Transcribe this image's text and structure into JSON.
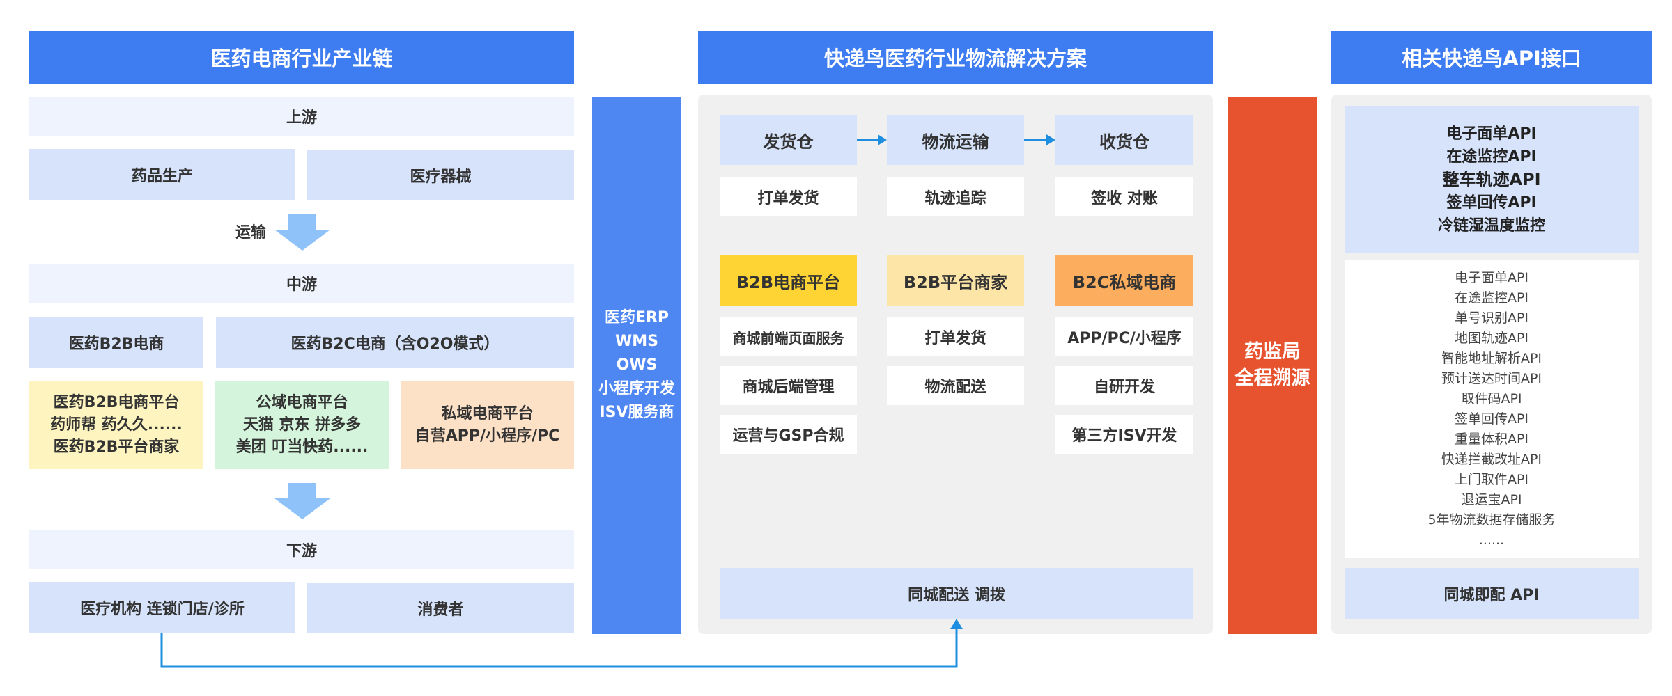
{
  "left": {
    "header": "医药电商行业产业链",
    "upstream": "上游",
    "drug_production": "药品生产",
    "medical_devices": "医疗器械",
    "transport": "运输",
    "midstream": "中游",
    "b2b": "医药B2B电商",
    "b2c": "医药B2C电商（含O2O模式）",
    "b2b_platforms": [
      "医药B2B电商平台",
      "药师帮 药久久......",
      "医药B2B平台商家"
    ],
    "public_platforms": [
      "公域电商平台",
      "天猫 京东 拼多多",
      "美团 叮当快药......"
    ],
    "private_platforms": [
      "私域电商平台",
      "自营APP/小程序/PC"
    ],
    "downstream": "下游",
    "medical_institutions": "医疗机构 连锁门店/诊所",
    "consumers": "消费者"
  },
  "erp_column": [
    "医药ERP",
    "WMS",
    "OWS",
    "小程序开发",
    "ISV服务商"
  ],
  "middle": {
    "header": "快递鸟医药行业物流解决方案",
    "flow": [
      "发货仓",
      "物流运输",
      "收货仓"
    ],
    "flow_sub": [
      "打单发货",
      "轨迹追踪",
      "签收 对账"
    ],
    "col1_title": "B2B电商平台",
    "col1_items": [
      "商城前端页面服务",
      "商城后端管理",
      "运营与GSP合规"
    ],
    "col2_title": "B2B平台商家",
    "col2_items": [
      "打单发货",
      "物流配送"
    ],
    "col3_title": "B2C私域电商",
    "col3_items": [
      "APP/PC/小程序",
      "自研开发",
      "第三方ISV开发"
    ],
    "bottom": "同城配送 调拨"
  },
  "supervision": [
    "药监局",
    "全程溯源"
  ],
  "right": {
    "header": "相关快递鸟API接口",
    "top_apis": [
      "电子面单API",
      "在途监控API",
      "整车轨迹API",
      "签单回传API",
      "冷链湿温度监控"
    ],
    "apis": [
      "电子面单API",
      "在途监控API",
      "单号识别API",
      "地图轨迹API",
      "智能地址解析API",
      "预计送达时间API",
      "取件码API",
      "签单回传API",
      "重量体积API",
      "快递拦截改址API",
      "上门取件API",
      "退运宝API",
      "5年物流数据存储服务",
      "......"
    ],
    "bottom": "同城即配 API"
  },
  "colors": {
    "header_blue": "#3e7cf2",
    "light_blue": "#d6e3fb",
    "band_blue": "#eef3fd",
    "erp_blue": "#4f87f2",
    "red": "#e8532f",
    "yellow": "#fdf4c0",
    "green": "#d4f5dc",
    "orange_light": "#fde1c7",
    "gold": "#fdd433",
    "cream": "#fde5a8",
    "orange": "#fcae5e",
    "arrow_blue": "#1e8fe0"
  }
}
